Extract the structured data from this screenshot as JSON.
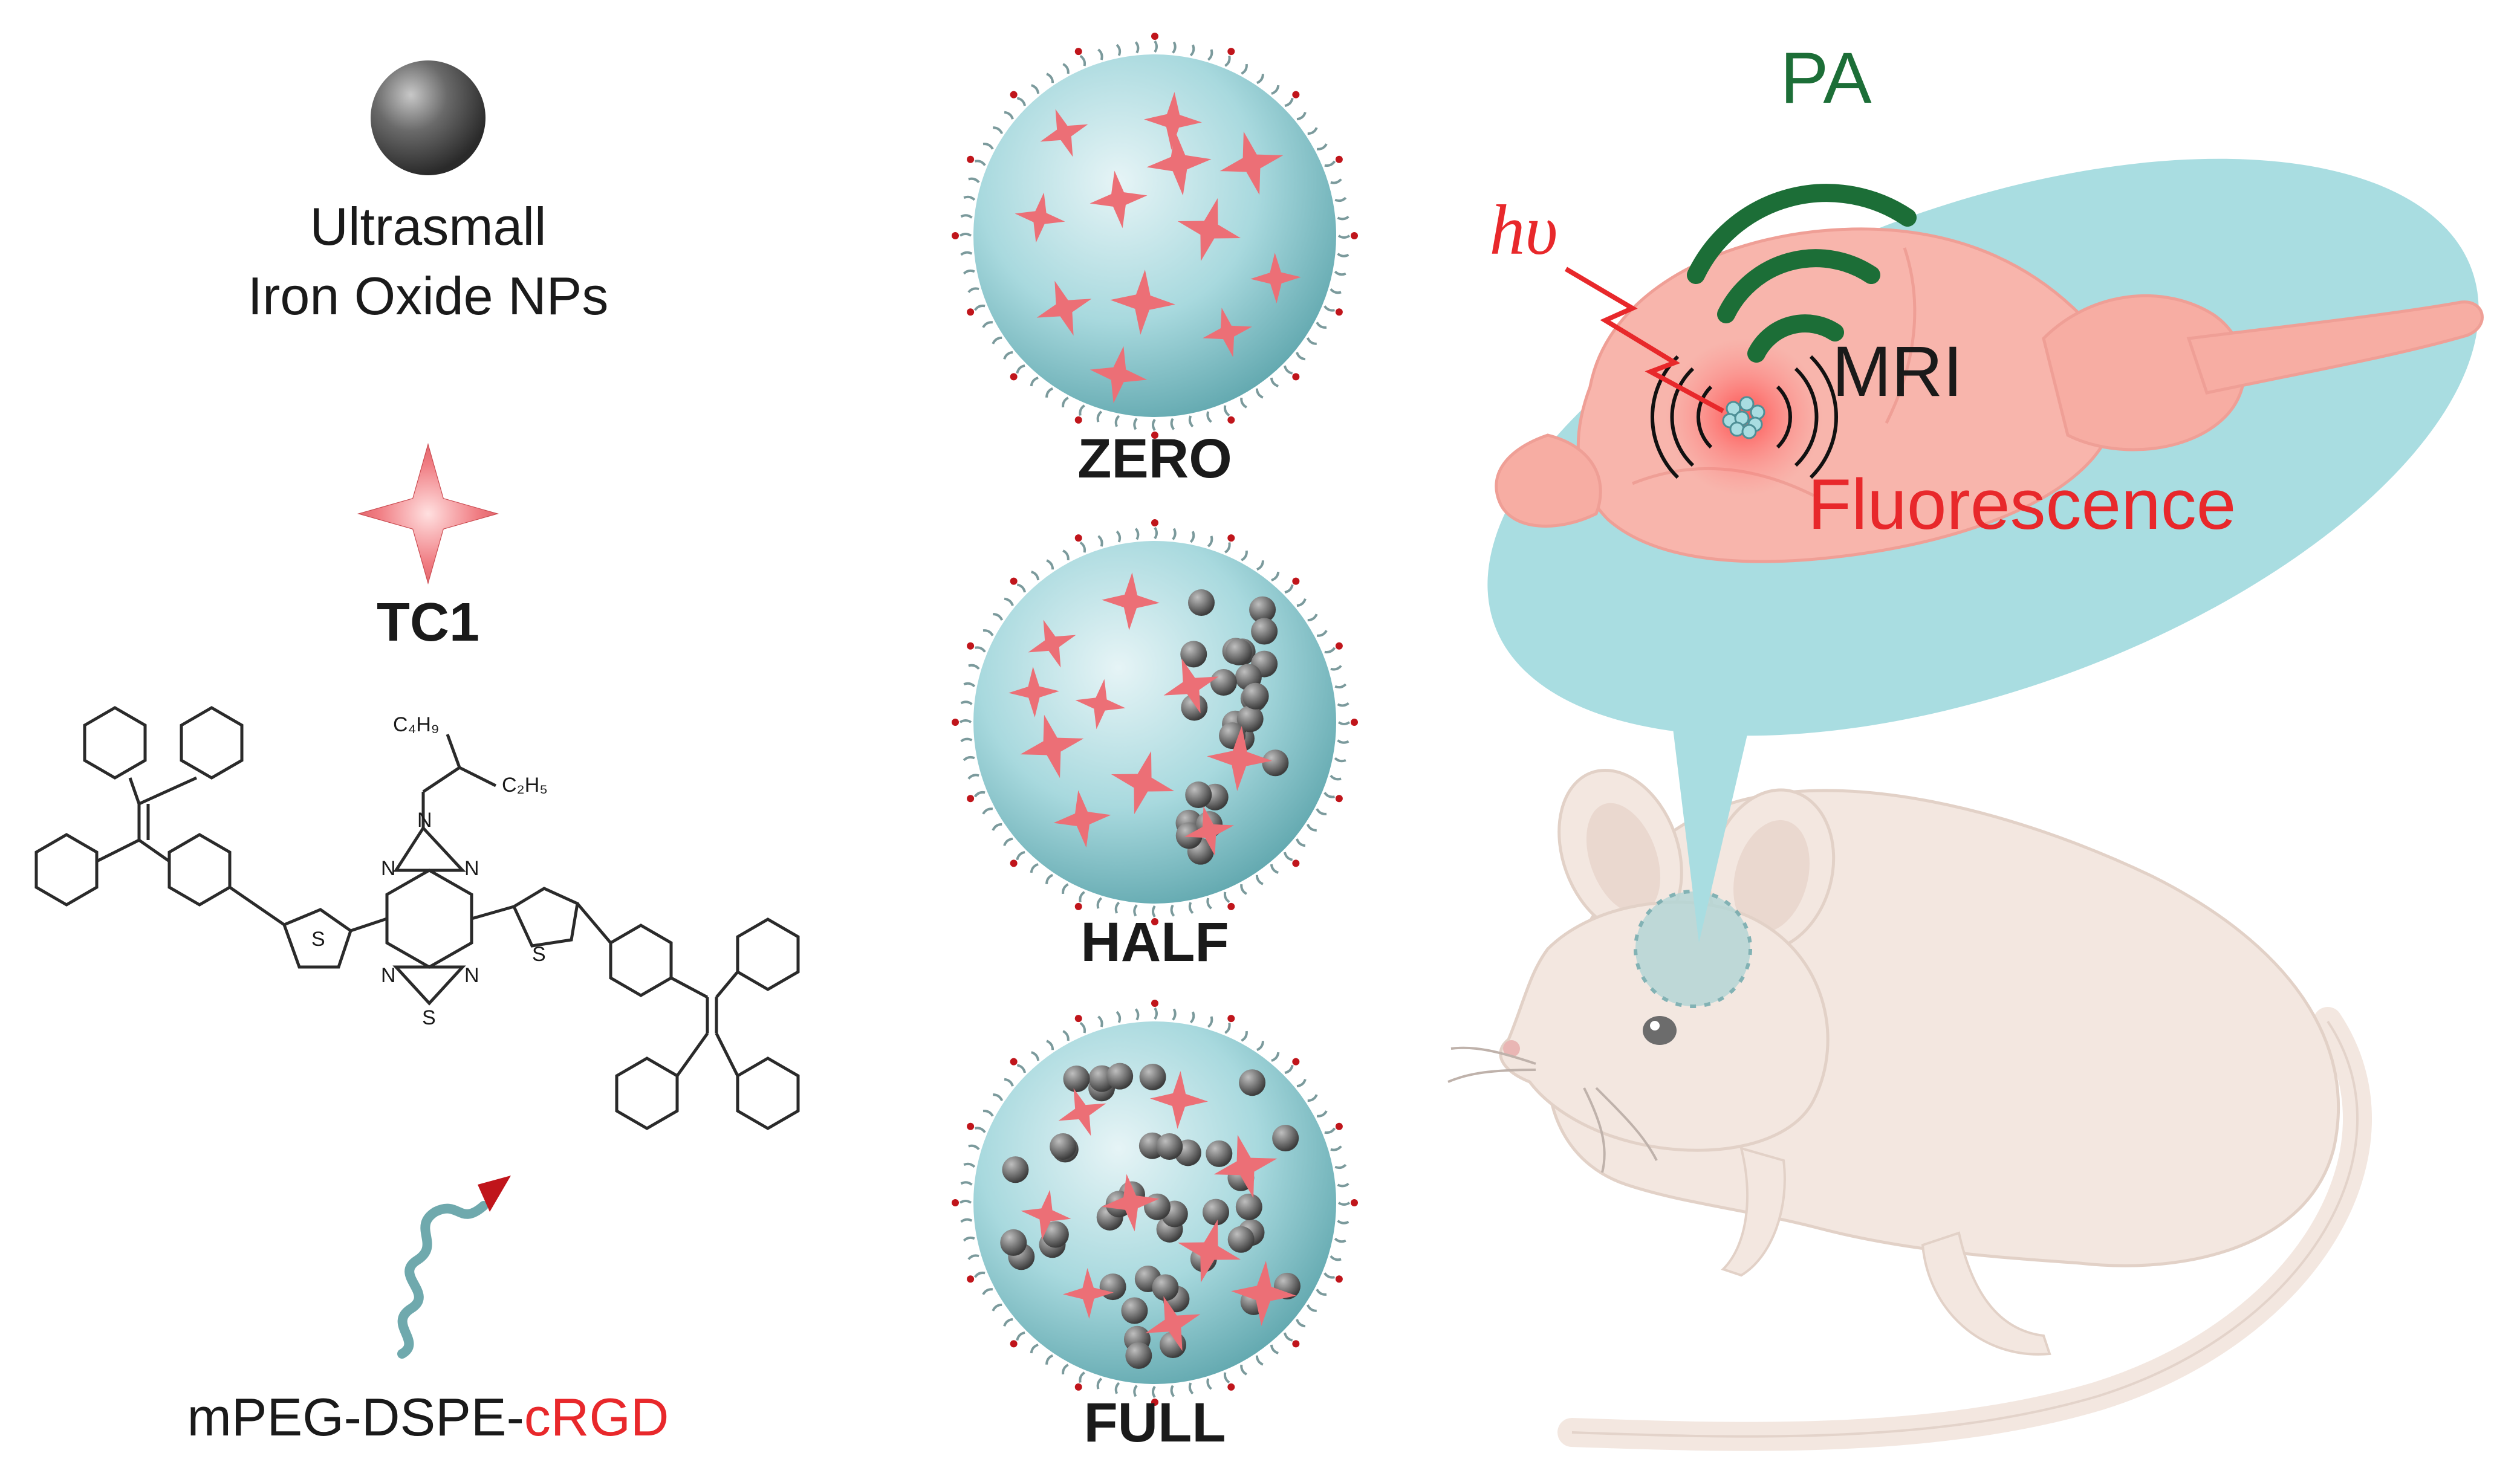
{
  "legend": {
    "iron_oxide_label_line1": "Ultrasmall",
    "iron_oxide_label_line2": "Iron Oxide NPs",
    "dye_label": "TC1",
    "peg_label_prefix": "mPEG-DSPE-",
    "peg_label_suffix": "cRGD",
    "chem_labels": {
      "c4h9": "C₄H₉",
      "c2h5": "C₂H₅",
      "n1": "N",
      "n2": "N",
      "n3": "N",
      "n4": "N",
      "n5": "N",
      "s_triazole": "S",
      "s_thiophene_left": "S",
      "s_thiophene_right": "S"
    }
  },
  "nanoparticles": [
    {
      "label": "ZERO"
    },
    {
      "label": "HALF"
    },
    {
      "label": "FULL"
    }
  ],
  "imaging": {
    "pa_label": "PA",
    "light_label": "hυ",
    "mri_label": "MRI",
    "fluorescence_label": "Fluorescence"
  },
  "colors": {
    "pa_green": "#1c6e37",
    "fluorescence_red": "#e8282b",
    "crgd_red": "#e8282b",
    "halo_teal": "#a9dde1",
    "brain_pink": "#f8b5ac",
    "mouse_body": "#f3e7e0"
  }
}
